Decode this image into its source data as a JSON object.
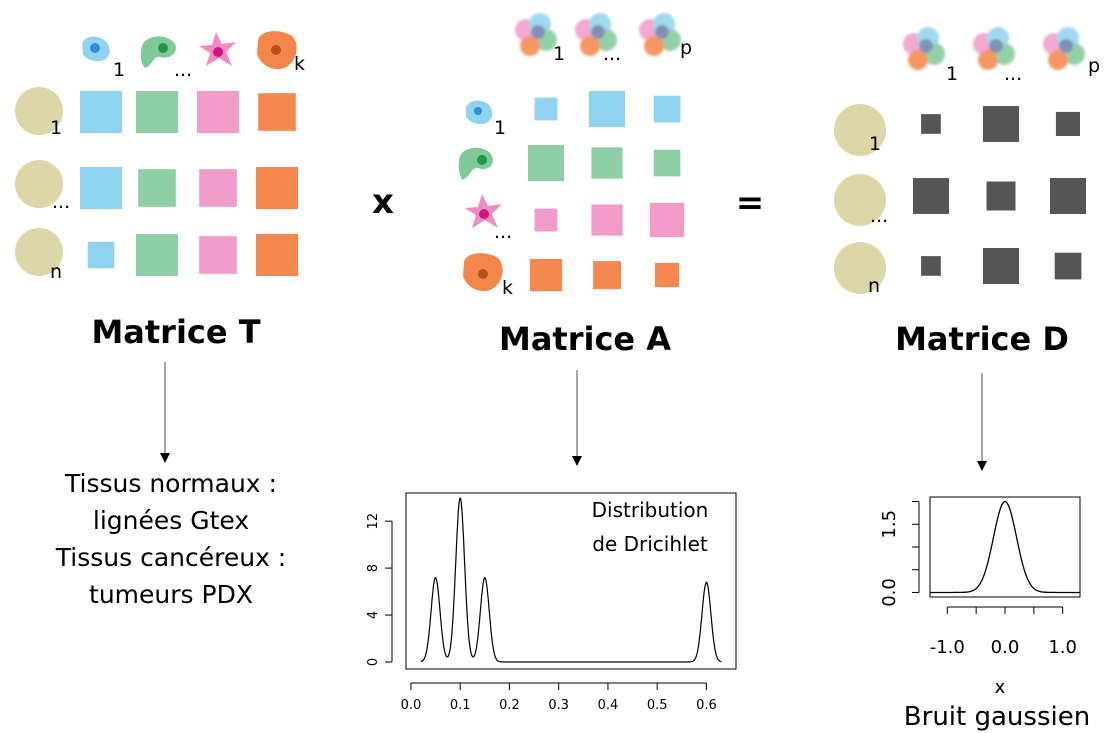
{
  "colors": {
    "sample": "#ddd6a6",
    "blue": "#8fd3f0",
    "green": "#8fcfa5",
    "pink": "#f19bc9",
    "orange": "#f5884f",
    "gray": "#555555",
    "cell_blue": "#8fd3f0",
    "cell_green": "#7fca98",
    "cell_pink": "#f08cc3",
    "cell_orange": "#f3864a"
  },
  "operators": {
    "multiply": "x",
    "equals": "="
  },
  "matrix_t": {
    "title": "Matrice T",
    "col_labels": [
      "1",
      "...",
      "k"
    ],
    "row_labels": [
      "1",
      "...",
      "n"
    ],
    "values": [
      [
        1.0,
        1.0,
        1.0,
        0.8
      ],
      [
        1.0,
        0.8,
        0.8,
        1.0
      ],
      [
        0.4,
        1.0,
        0.8,
        1.0
      ]
    ],
    "description": [
      "Tissus normaux :",
      "lignées Gtex",
      "Tissus cancéreux :",
      "tumeurs PDX"
    ]
  },
  "matrix_a": {
    "title": "Matrice A",
    "col_labels": [
      "1",
      "...",
      "p"
    ],
    "row_labels": [
      "1",
      "...",
      "k"
    ],
    "values": [
      [
        0.4,
        1.0,
        0.55
      ],
      [
        1.0,
        0.75,
        0.55
      ],
      [
        0.4,
        0.75,
        0.9
      ],
      [
        0.8,
        0.6,
        0.45
      ]
    ],
    "description": [
      "Distribution",
      "de Dricihlet"
    ]
  },
  "matrix_d": {
    "title": "Matrice D",
    "col_labels": [
      "1",
      "...",
      "p"
    ],
    "row_labels": [
      "1",
      "...",
      "n"
    ],
    "values": [
      [
        0.3,
        1.0,
        0.45
      ],
      [
        1.0,
        0.65,
        1.0
      ],
      [
        0.3,
        1.0,
        0.55
      ]
    ],
    "description": [
      "Bruit gaussien"
    ]
  },
  "chart_data": [
    {
      "type": "line",
      "title": "",
      "legend_text": [
        "Distribution",
        "de Dricihlet"
      ],
      "xlabel": "",
      "ylabel": "",
      "xlim": [
        -0.01,
        0.66
      ],
      "ylim": [
        -0.6,
        14.4
      ],
      "x_ticks": [
        "0.0",
        "0.1",
        "0.2",
        "0.3",
        "0.4",
        "0.5",
        "0.6"
      ],
      "x_tick_values": [
        0,
        0.1,
        0.2,
        0.3,
        0.4,
        0.5,
        0.6
      ],
      "y_ticks": [
        "0",
        "4",
        "8",
        "12"
      ],
      "y_tick_values": [
        0,
        4,
        8,
        12
      ],
      "peaks": [
        {
          "x": 0.05,
          "y": 7.2
        },
        {
          "x": 0.1,
          "y": 14.0
        },
        {
          "x": 0.15,
          "y": 7.2
        },
        {
          "x": 0.6,
          "y": 6.8
        }
      ]
    },
    {
      "type": "line",
      "title": "",
      "xlabel": "x",
      "ylabel": "",
      "xlim": [
        -1.3,
        1.3
      ],
      "ylim": [
        -0.1,
        2.1
      ],
      "x_ticks": [
        "-1.0",
        "0.0",
        "1.0"
      ],
      "x_tick_values": [
        -1,
        0,
        1
      ],
      "y_ticks": [
        "0.0",
        "1.5"
      ],
      "y_tick_values": [
        0,
        1.5
      ],
      "peak": {
        "x": 0.0,
        "y": 2.0
      },
      "sd": 0.2
    }
  ]
}
